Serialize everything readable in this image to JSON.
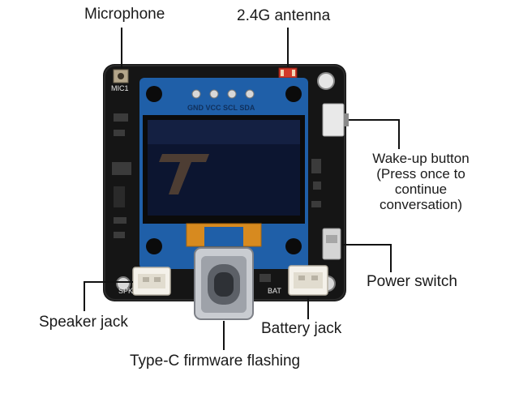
{
  "labels": {
    "microphone": "Microphone",
    "antenna": "2.4G antenna",
    "wakeup_line1": "Wake-up button",
    "wakeup_line2": "(Press once to",
    "wakeup_line3": "continue",
    "wakeup_line4": "conversation)",
    "power_switch": "Power switch",
    "speaker_jack": "Speaker jack",
    "battery_jack": "Battery jack",
    "typec": "Type-C firmware flashing"
  },
  "board": {
    "pin_labels": "GND VCC SCL SDA",
    "silkscreen_mic": "MIC1",
    "silkscreen_spk": "SPK",
    "silkscreen_bat": "BAT"
  },
  "colors": {
    "pcb": "#151515",
    "oled_pcb": "#1f5fa8",
    "screen": "#0c1530",
    "connector": "#f4f1ea",
    "antenna": "#d23a2a",
    "usb_metal": "#c9ccd1",
    "flex": "#d78a1f",
    "leader": "#111111"
  },
  "icons": {
    "antenna": "antenna-chip-icon",
    "microphone": "microphone-icon",
    "usb": "usb-c-port-icon"
  }
}
